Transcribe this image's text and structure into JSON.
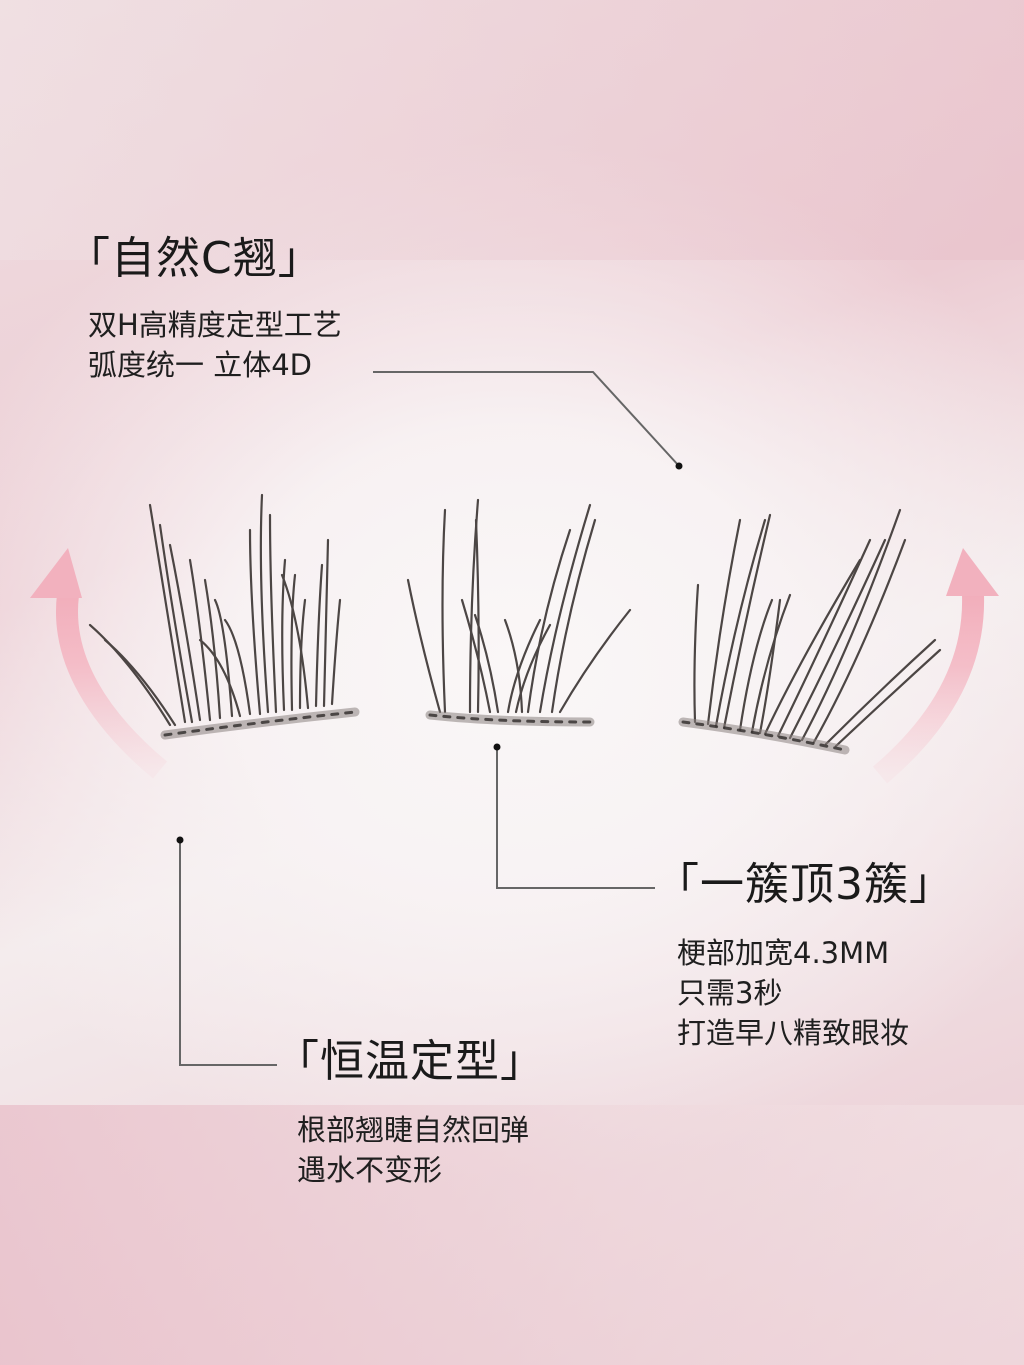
{
  "colors": {
    "background_pink": "#e9c4cc",
    "background_light": "#f8f3f4",
    "arrow_pink": "#f4b6c2",
    "text": "#1a1a1a",
    "callout_line": "#555555",
    "lash": "#3a3432"
  },
  "features": [
    {
      "title": "「自然C翘」",
      "lines": [
        "双H高精度定型工艺",
        "弧度统一 立体4D"
      ]
    },
    {
      "title": "「一簇顶3簇」",
      "lines": [
        "梗部加宽4.3MM",
        "只需3秒",
        "打造早八精致眼妆"
      ]
    },
    {
      "title": "「恒温定型」",
      "lines": [
        "根部翘睫自然回弹",
        "遇水不变形"
      ]
    }
  ],
  "product": {
    "items": [
      "left-lash-cluster",
      "middle-lash-cluster",
      "right-lash-cluster"
    ]
  },
  "icons": {
    "left_arrow": "curved-up-arrow",
    "right_arrow": "curved-up-arrow"
  }
}
